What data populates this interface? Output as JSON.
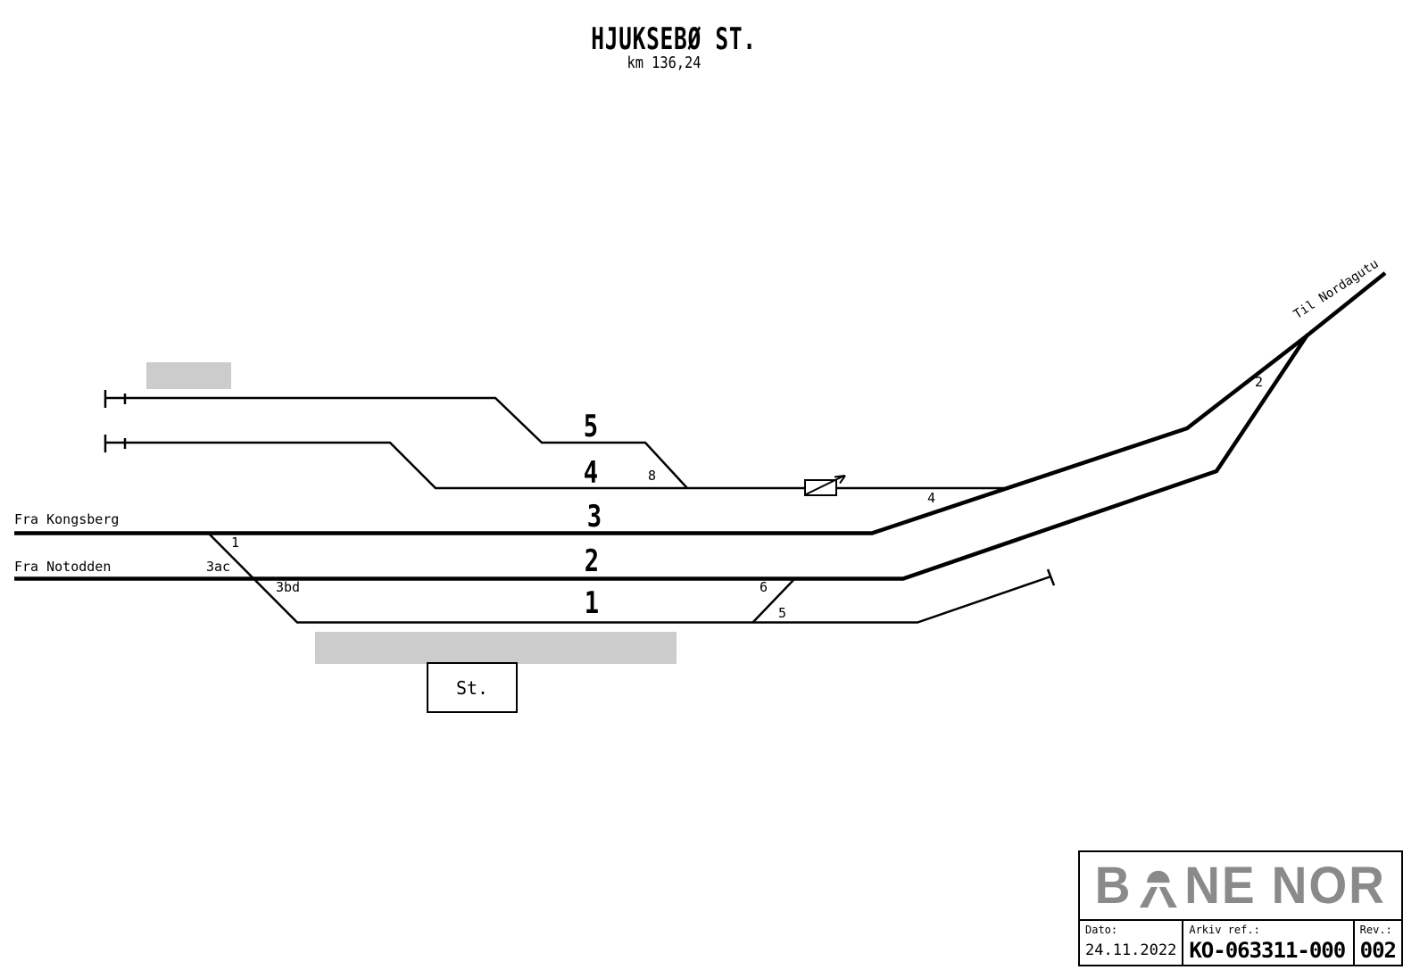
{
  "header": {
    "title": "HJUKSEBØ ST.",
    "km": "km 136,24"
  },
  "labels": {
    "from_kongsberg": "Fra Kongsberg",
    "from_notodden": "Fra Notodden",
    "to_nordagutu": "Til Nordagutu",
    "station_building": "St."
  },
  "track_numbers": {
    "t1": "1",
    "t2": "2",
    "t3": "3",
    "t4": "4",
    "t5": "5"
  },
  "switch_numbers": {
    "s1": "1",
    "s2": "2",
    "s3ac": "3ac",
    "s3bd": "3bd",
    "s4": "4",
    "s5": "5",
    "s6": "6",
    "s8": "8"
  },
  "title_block": {
    "logo_b": "B",
    "logo_ne": "NE",
    "logo_nor": "NOR",
    "date_label": "Dato:",
    "date_value": "24.11.2022",
    "archive_label": "Arkiv ref.:",
    "archive_value": "KO-063311-000",
    "revision_label": "Rev.:",
    "revision_value": "002"
  },
  "colors": {
    "line": "#000000",
    "platform": "#cccccc",
    "logo_gray": "#8a8a8a",
    "background": "#ffffff"
  }
}
